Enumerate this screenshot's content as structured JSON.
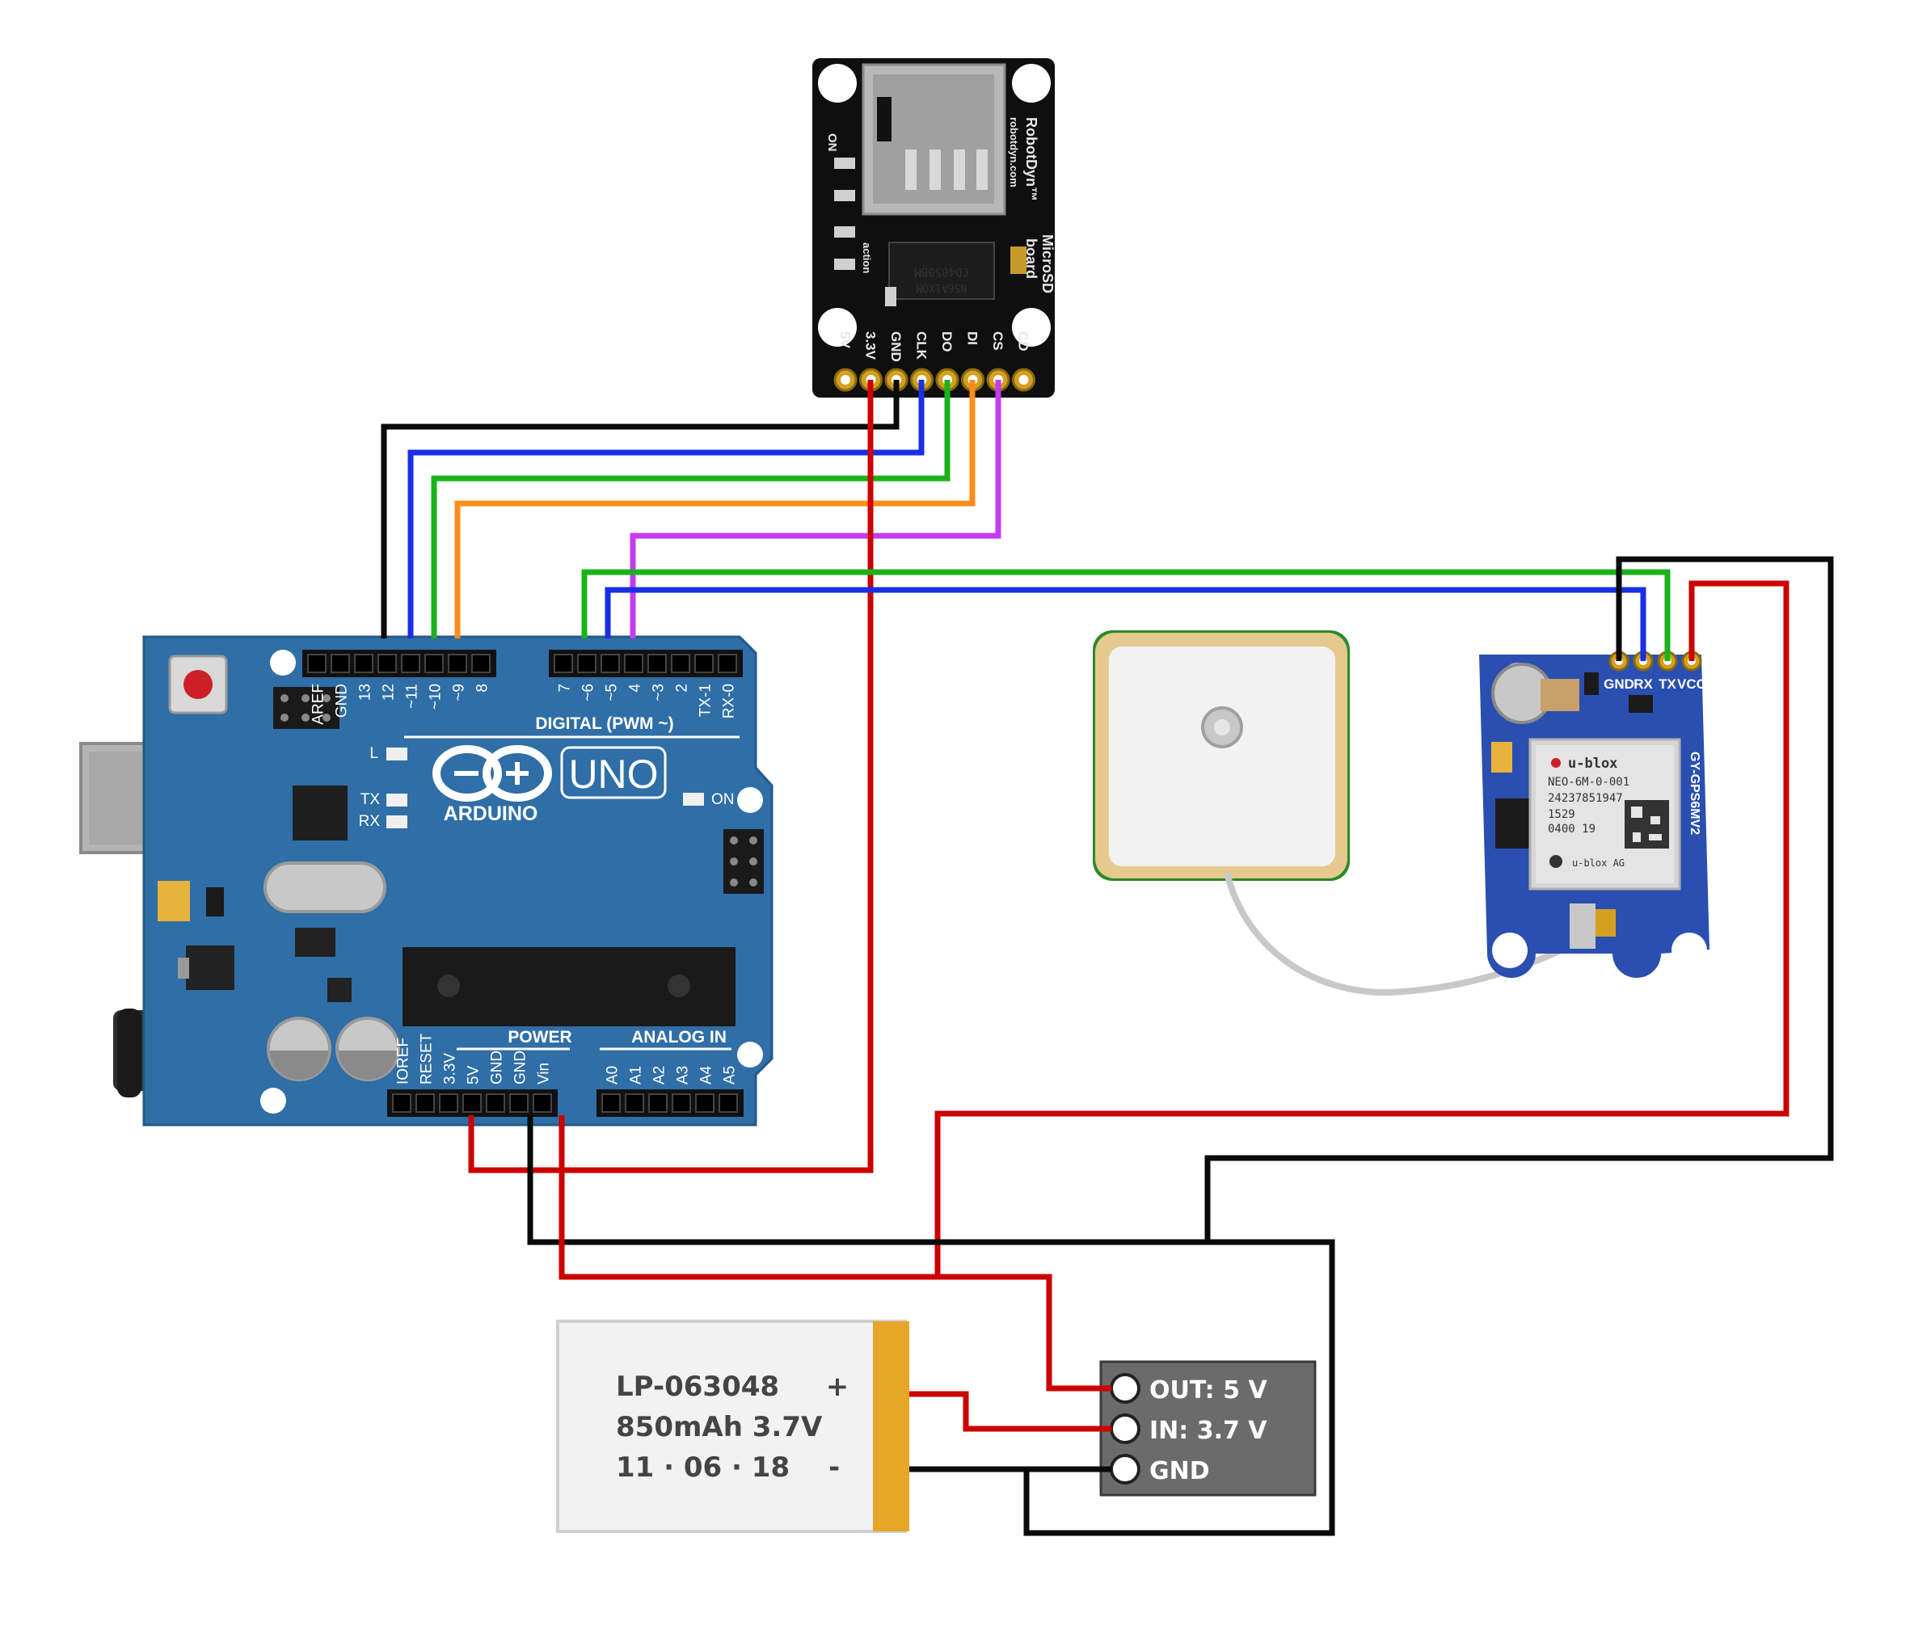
{
  "colors": {
    "wire_black": "#0a0a0a",
    "wire_red": "#cc0000",
    "wire_blue": "#1a2ee6",
    "wire_green": "#19b319",
    "wire_orange": "#ff8c1a",
    "wire_purple": "#c43cf0",
    "arduino_board": "#2f6ea6",
    "battery_tab": "#e8a628",
    "regulator_body": "#6b6b6b",
    "gps_board": "#2a4fb0",
    "sd_board": "#0f0f0f"
  },
  "sd_module": {
    "brand": "RobotDyn™",
    "site": "robotdyn.com",
    "name_line1": "MicroSD",
    "name_line2": "board",
    "on_label": "ON",
    "action_label": "action",
    "chip_line1": "CD4050BM",
    "chip_line2": "N56A1XOM",
    "pins": [
      "5V",
      "3.3V",
      "GND",
      "CLK",
      "DO",
      "DI",
      "CS",
      "CD"
    ]
  },
  "arduino": {
    "model": "UNO",
    "brand": "ARDUINO",
    "digital_header": "DIGITAL (PWM ~)",
    "digital_pins_left": [
      "AREF",
      "GND",
      "13",
      "12",
      "~11",
      "~10",
      "~9",
      "8"
    ],
    "digital_pins_right": [
      "7",
      "~6",
      "~5",
      "4",
      "~3",
      "2",
      "TX-1",
      "RX-0"
    ],
    "leds": {
      "l": "L",
      "tx": "TX",
      "rx": "RX",
      "on": "ON"
    },
    "power_header": "POWER",
    "power_pins": [
      "IOREF",
      "RESET",
      "3.3V",
      "5V",
      "GND",
      "GND",
      "Vin"
    ],
    "analog_header": "ANALOG IN",
    "analog_pins": [
      "A0",
      "A1",
      "A2",
      "A3",
      "A4",
      "A5"
    ]
  },
  "gps": {
    "pins": [
      "GND",
      "RX",
      "TX",
      "VCC"
    ],
    "board_name": "GY-GPS6MV2",
    "brand": "u-blox",
    "model": "NEO-6M-0-001",
    "serial": "24237851947",
    "code1": "1529",
    "code2": "0400  19",
    "footer": "u-blox AG"
  },
  "battery": {
    "model": "LP-063048",
    "rating": "850mAh 3.7V",
    "date": "11 · 06  · 18",
    "plus": "+",
    "minus": "-"
  },
  "regulator": {
    "out": "OUT: 5 V",
    "in": "IN: 3.7 V",
    "gnd": "GND"
  }
}
